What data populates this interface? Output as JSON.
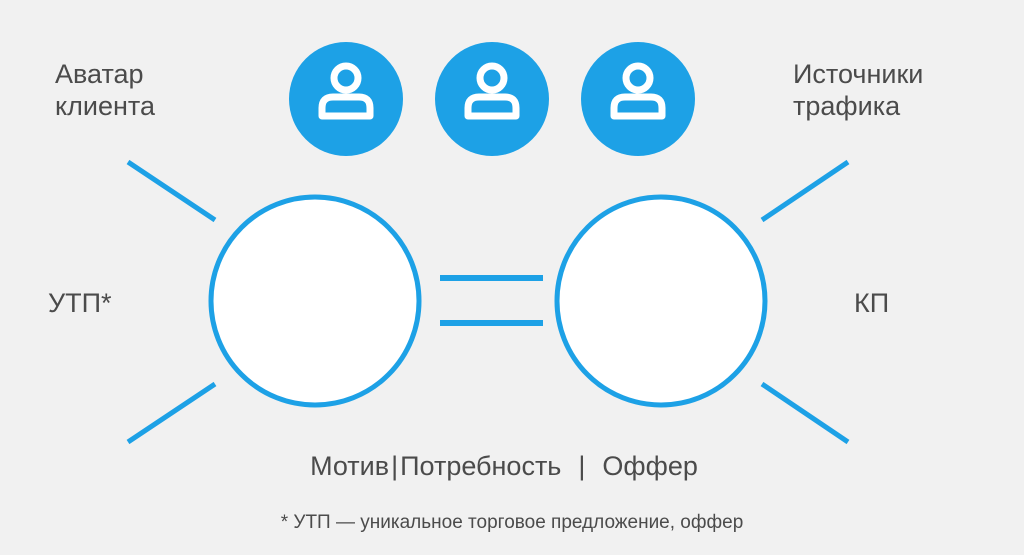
{
  "labels": {
    "avatar_line1": "Аватар",
    "avatar_line2": "клиента",
    "traffic_line1": "Источники",
    "traffic_line2": "трафика",
    "utp": "УТП*",
    "kp": "КП"
  },
  "bottom": {
    "motive": "Мотив",
    "need": "Потребность",
    "offer": "Оффер",
    "separator": "|"
  },
  "footnote": "* УТП — уникальное торговое предложение, оффер",
  "icons": [
    "user-icon",
    "user-icon",
    "user-icon"
  ],
  "colors": {
    "accent": "#1da1e6",
    "background": "#f1f1f1",
    "text": "#4b4b4b",
    "circle_fill": "#ffffff"
  }
}
